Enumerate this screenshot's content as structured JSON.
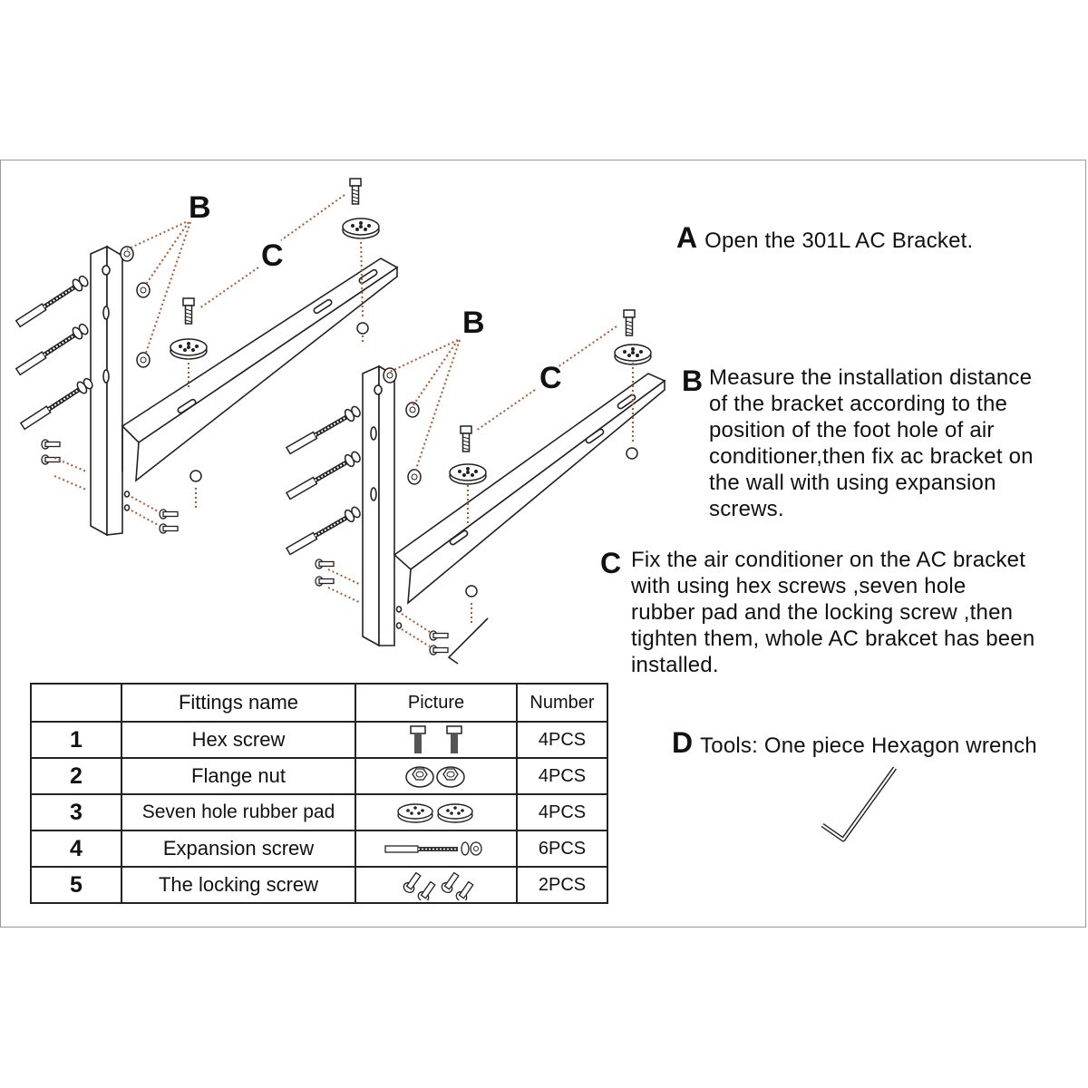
{
  "callouts": {
    "b_left": "B",
    "c_left": "C",
    "b_right": "B",
    "c_right": "C"
  },
  "steps": [
    {
      "letter": "A",
      "text": "Open the 301L AC Bracket."
    },
    {
      "letter": "B",
      "lines": [
        "Measure the installation distance",
        "of the bracket according to the",
        "position of the foot hole of  air",
        "conditioner,then fix ac bracket on",
        "the wall with using expansion",
        "screws."
      ]
    },
    {
      "letter": "C",
      "lines": [
        "Fix the air conditioner on the AC bracket",
        "with using hex screws ,seven hole",
        "rubber pad and the locking screw ,then",
        "tighten them, whole AC brakcet has been",
        "installed."
      ]
    },
    {
      "letter": "D",
      "text": "Tools: One piece Hexagon wrench"
    }
  ],
  "table": {
    "headers": [
      "",
      "Fittings name",
      "Picture",
      "Number"
    ],
    "rows": [
      {
        "no": "1",
        "name": "Hex screw",
        "icon": "hex-screw-icon",
        "qty": "4PCS"
      },
      {
        "no": "2",
        "name": "Flange nut",
        "icon": "flange-nut-icon",
        "qty": "4PCS"
      },
      {
        "no": "3",
        "name": "Seven hole rubber pad",
        "icon": "rubber-pad-icon",
        "qty": "4PCS"
      },
      {
        "no": "4",
        "name": "Expansion screw",
        "icon": "expansion-screw-icon",
        "qty": "6PCS"
      },
      {
        "no": "5",
        "name": "The locking screw",
        "icon": "locking-screw-icon",
        "qty": "2PCS"
      }
    ]
  },
  "colors": {
    "guide_line": "#c8501e",
    "line": "#222222"
  }
}
